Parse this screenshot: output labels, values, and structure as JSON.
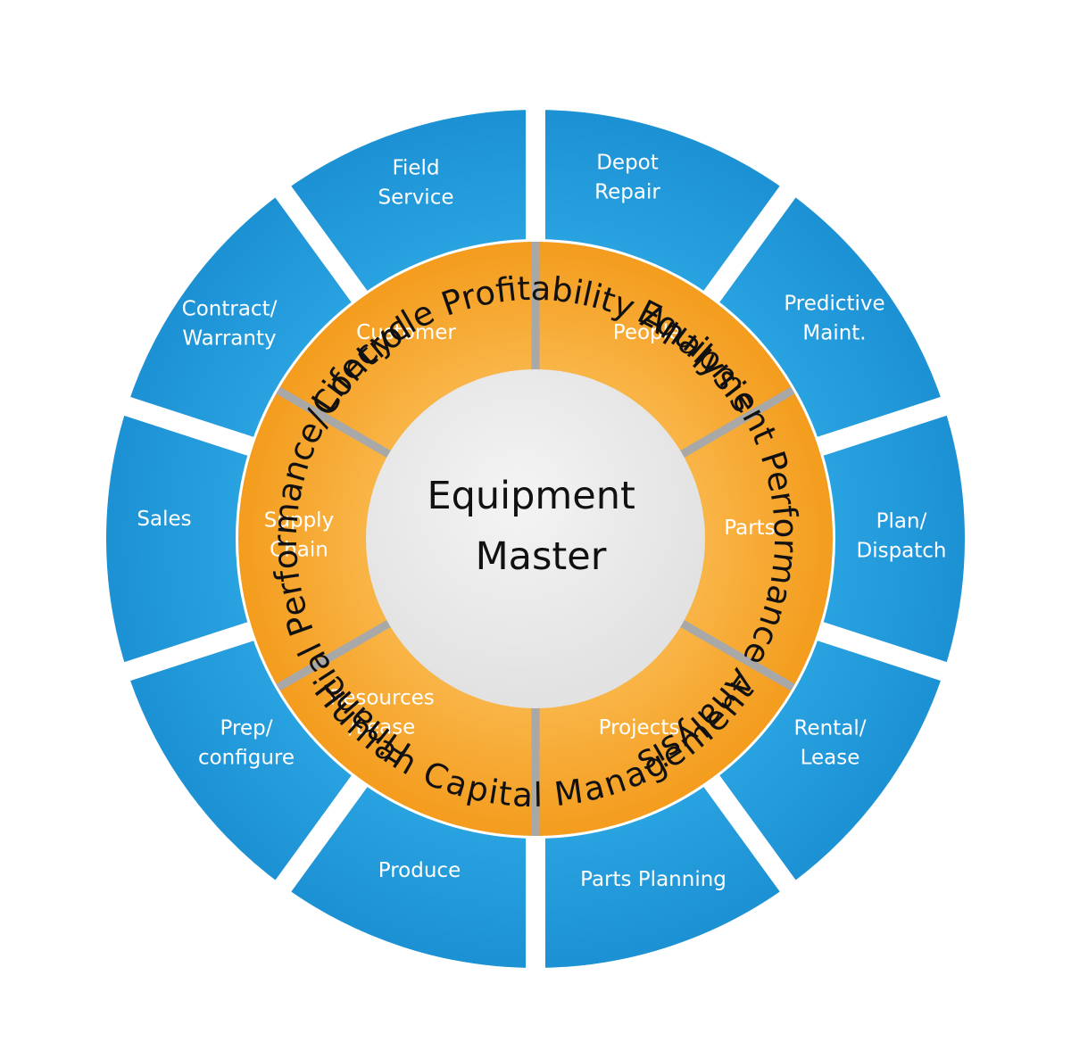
{
  "center": {
    "lines": [
      "Equipment",
      "Master"
    ]
  },
  "inner_ring": [
    {
      "lines": [
        "Customer"
      ]
    },
    {
      "lines": [
        "People"
      ]
    },
    {
      "lines": [
        "Parts"
      ]
    },
    {
      "lines": [
        "Projects"
      ]
    },
    {
      "lines": [
        "Resources",
        "/Lease"
      ]
    },
    {
      "lines": [
        "Supply",
        "Chain"
      ]
    }
  ],
  "outer_ring": [
    {
      "lines": [
        "Depot",
        "Repair"
      ]
    },
    {
      "lines": [
        "Predictive",
        "Maint."
      ]
    },
    {
      "lines": [
        "Plan/",
        "Dispatch"
      ]
    },
    {
      "lines": [
        "Rental/",
        "Lease"
      ]
    },
    {
      "lines": [
        "Parts Planning"
      ]
    },
    {
      "lines": [
        "Produce"
      ]
    },
    {
      "lines": [
        "Prep/",
        "configure"
      ]
    },
    {
      "lines": [
        "Sales"
      ]
    },
    {
      "lines": [
        "Contract/",
        "Warranty"
      ]
    },
    {
      "lines": [
        "Field",
        "Service"
      ]
    }
  ],
  "arc_labels": {
    "top": "Lifecycle Profitability Analysis",
    "right": "Equipment Performance Analysis",
    "bottom": "Human Capital Management",
    "left": "Financial Performance/Control"
  },
  "colors": {
    "outer_blue": "#1e98d9",
    "outer_blue_light": "#2fa9e6",
    "inner_orange": "#f5a623",
    "inner_orange_light": "#f9b64a",
    "divider_gray": "#a8a8a8",
    "center_fill": "#ebebeb"
  }
}
